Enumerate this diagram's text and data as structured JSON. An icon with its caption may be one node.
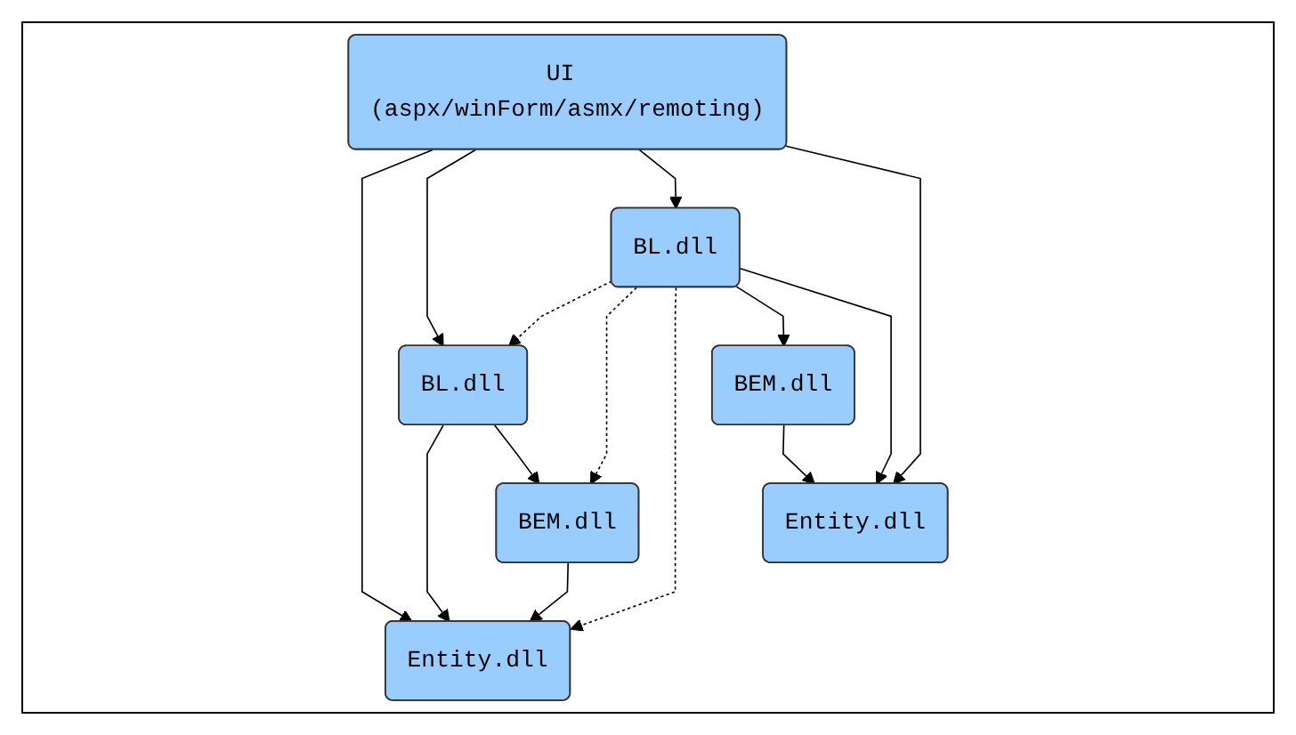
{
  "diagram": {
    "nodes": [
      {
        "text": [
          "UI (aspx/winForm/asmx/remoting)"
        ]
      },
      {
        "text": [
          "BL.dll"
        ]
      },
      {
        "text": [
          "BL.dll"
        ]
      },
      {
        "text": [
          "BEM.dll"
        ]
      },
      {
        "text": [
          "BEM.dll"
        ]
      },
      {
        "text": [
          "Entity.dll"
        ]
      },
      {
        "text": [
          "Entity.dll"
        ]
      }
    ],
    "edges": [
      {
        "from": 0,
        "to": 5,
        "arrow": "to"
      },
      {
        "from": 0,
        "to": 1,
        "arrow": "to"
      },
      {
        "from": 0,
        "to": 2,
        "arrow": "to"
      },
      {
        "from": 0,
        "to": 6,
        "arrow": "to"
      },
      {
        "from": 2,
        "to": 1,
        "arrow": "to",
        "style": "dashed"
      },
      {
        "from": 1,
        "to": 5,
        "arrow": "to"
      },
      {
        "from": 1,
        "to": 3,
        "arrow": "to"
      },
      {
        "from": 2,
        "to": 3,
        "arrow": "to",
        "style": "dashed"
      },
      {
        "from": 2,
        "to": 5,
        "arrow": "to",
        "style": "dashed"
      },
      {
        "from": 2,
        "to": 4,
        "arrow": "to"
      },
      {
        "from": 2,
        "to": 6,
        "arrow": "to"
      },
      {
        "from": 3,
        "to": 5,
        "arrow": "to"
      },
      {
        "from": 4,
        "to": 6,
        "arrow": "to"
      }
    ]
  }
}
